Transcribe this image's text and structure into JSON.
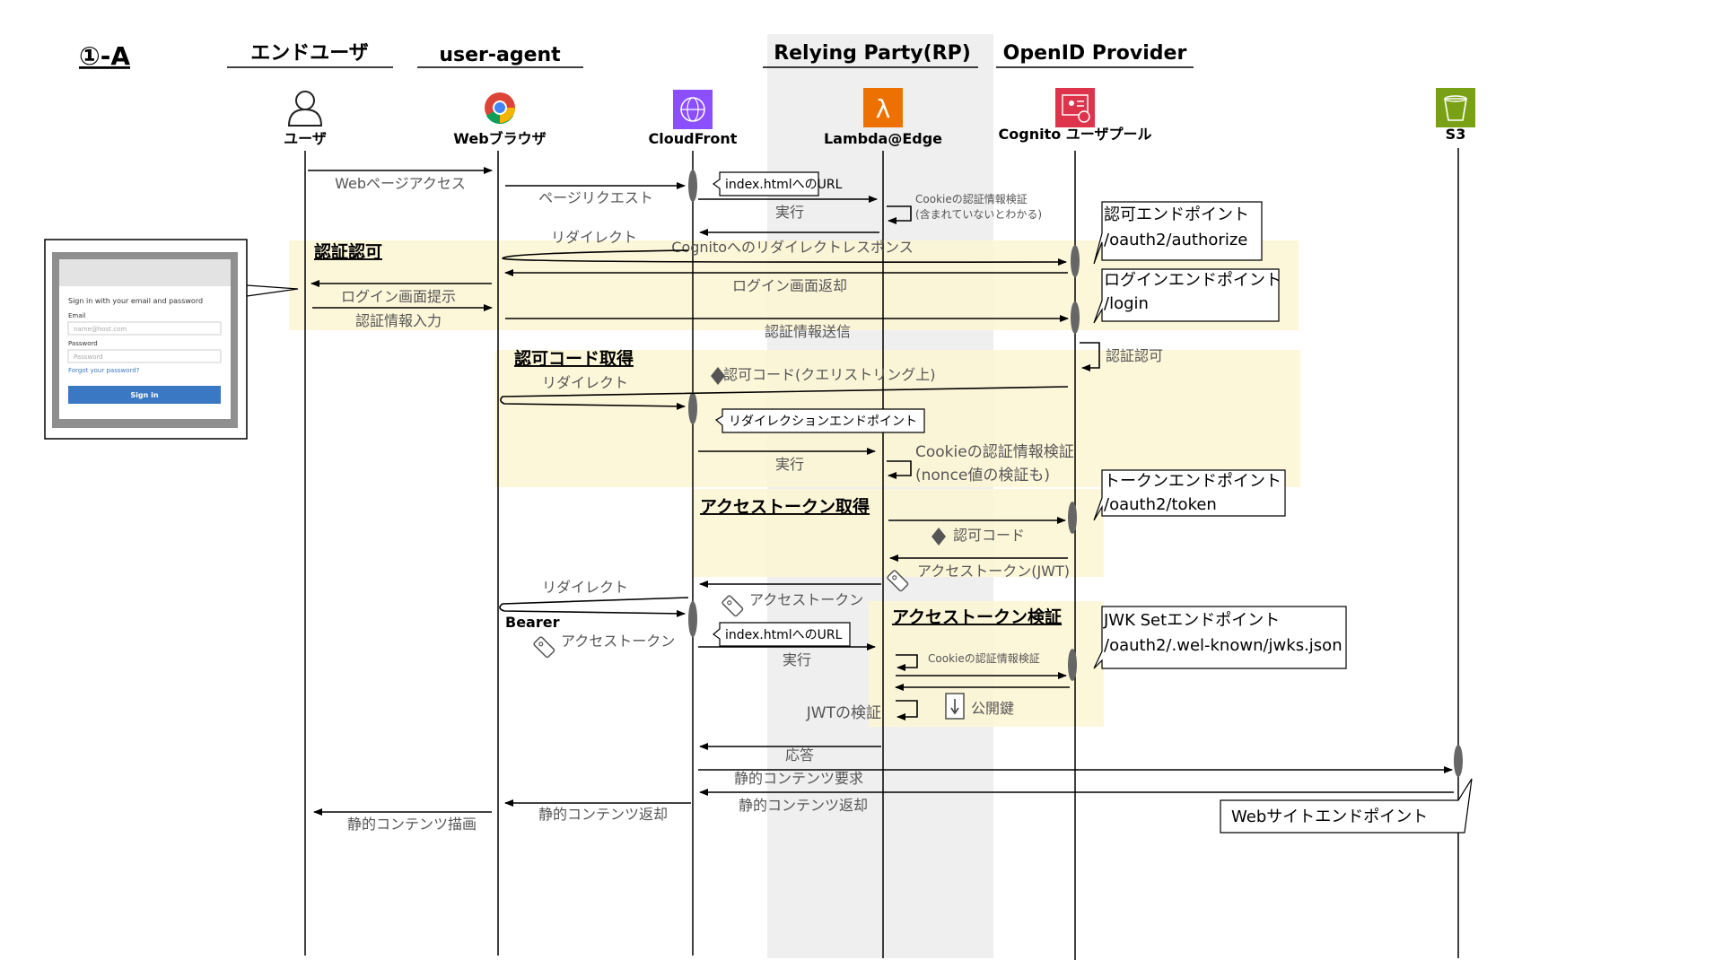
{
  "title": "①-A",
  "roles": {
    "enduser": "エンドユーザ",
    "useragent": "user-agent",
    "rp": "Relying Party(RP)",
    "op": "OpenID Provider"
  },
  "actors": {
    "user": "ユーザ",
    "browser": "Webブラウザ",
    "cloudfront": "CloudFront",
    "lambda": "Lambda@Edge",
    "cognito": "Cognito ユーザプール",
    "s3": "S3"
  },
  "sections": {
    "auth": "認証認可",
    "code": "認可コード取得",
    "token": "アクセストークン取得",
    "verify": "アクセストークン検証"
  },
  "notes": {
    "authorize_1": "認可エンドポイント",
    "authorize_2": "/oauth2/authorize",
    "login_1": "ログインエンドポイント",
    "login_2": "/login",
    "token_1": "トークンエンドポイント",
    "token_2": "/oauth2/token",
    "jwks_1": "JWK Setエンドポイント",
    "jwks_2": "/oauth2/.wel-known/jwks.json",
    "website": "Webサイトエンドポイント",
    "index1": "index.htmlへのURL",
    "index2": "index.htmlへのURL",
    "redirect_ep": "リダイレクションエンドポイント"
  },
  "messages": {
    "m1": "Webページアクセス",
    "m2": "ページリクエスト",
    "m3": "実行",
    "m4a": "Cookieの認証情報検証",
    "m4b": "(含まれていないとわかる)",
    "m5": "リダイレクト",
    "m6": "Cognitoへのリダイレクトレスポンス",
    "m7": "ログイン画面返却",
    "m8": "ログイン画面提示",
    "m9": "認証情報入力",
    "m10": "認証情報送信",
    "m11": "認証認可",
    "m12": "認可コード(クエリストリング上)",
    "m13": "リダイレクト",
    "m14": "実行",
    "m15a": "Cookieの認証情報検証",
    "m15b": "(nonce値の検証も)",
    "m16": "認可コード",
    "m17": "アクセストークン(JWT)",
    "m18": "リダイレクト",
    "m19": "アクセストークン",
    "m20": "Bearer",
    "m21": "アクセストークン",
    "m22": "実行",
    "m23": "Cookieの認証情報検証",
    "m24": "公開鍵",
    "m25": "JWTの検証",
    "m26": "応答",
    "m27": "静的コンテンツ要求",
    "m28": "静的コンテンツ返却",
    "m29": "静的コンテンツ返却",
    "m30": "静的コンテンツ描画"
  },
  "mock": {
    "heading": "Sign in with your email and password",
    "email_label": "Email",
    "email_placeholder": "name@host.com",
    "password_label": "Password",
    "password_placeholder": "Password",
    "forgot": "Forgot your password?",
    "button": "Sign in"
  },
  "colors": {
    "highlight": "#fdf6d3",
    "rp_column": "#efefef",
    "cloudfront": "#8c4fff",
    "lambda": "#ed7100",
    "cognito": "#dd344c",
    "s3": "#7aa116",
    "signin_button": "#3a78c3"
  },
  "icons": {
    "user": "user-icon",
    "browser": "chrome-icon",
    "cloudfront": "cloudfront-icon",
    "lambda": "lambda-icon",
    "cognito": "cognito-icon",
    "s3": "s3-bucket-icon",
    "diamond": "diamond-icon",
    "token": "token-tag-icon",
    "key": "public-key-icon"
  }
}
